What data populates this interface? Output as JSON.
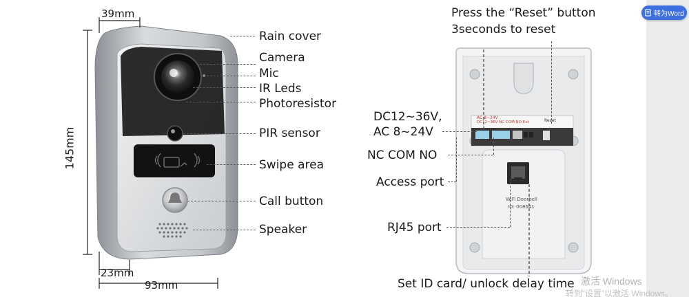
{
  "dimensions": {
    "width_top": "39mm",
    "height_side": "145mm",
    "depth_bottom": "23mm",
    "width_bottom": "93mm"
  },
  "front_labels": {
    "rain_cover": "Rain cover",
    "camera": "Camera",
    "mic": "Mic",
    "ir_leds": "IR Leds",
    "photoresistor": "Photoresistor",
    "pir_sensor": "PIR sensor",
    "swipe_area": "Swipe area",
    "call_button": "Call button",
    "speaker": "Speaker"
  },
  "back_labels": {
    "reset_line1": "Press the “Reset” button",
    "reset_line2": "3seconds to reset",
    "power_line1": "DC12~36V,",
    "power_line2": "AC 8~24V",
    "nc_com_no": "NC COM NO",
    "access_port": "Access port",
    "rj45_port": "RJ45 port",
    "set_id": "Set ID card/ unlock delay time"
  },
  "device_back": {
    "strip_left": "AC 8~24V",
    "strip_left2": "DC12~36V NC COM NO  Ext",
    "strip_reset": "Reset",
    "model": "WiFi Doorbell",
    "id": "ID: 008641"
  },
  "toolbar": {
    "word_button": "转为Word"
  },
  "watermark": {
    "line1": "激活 Windows",
    "line2": "转到“设置”以激活 Windows。"
  },
  "colors": {
    "accent_button": "#3d6fe0",
    "frame_silver": "#b9bcc0",
    "panel_black": "#151515"
  }
}
